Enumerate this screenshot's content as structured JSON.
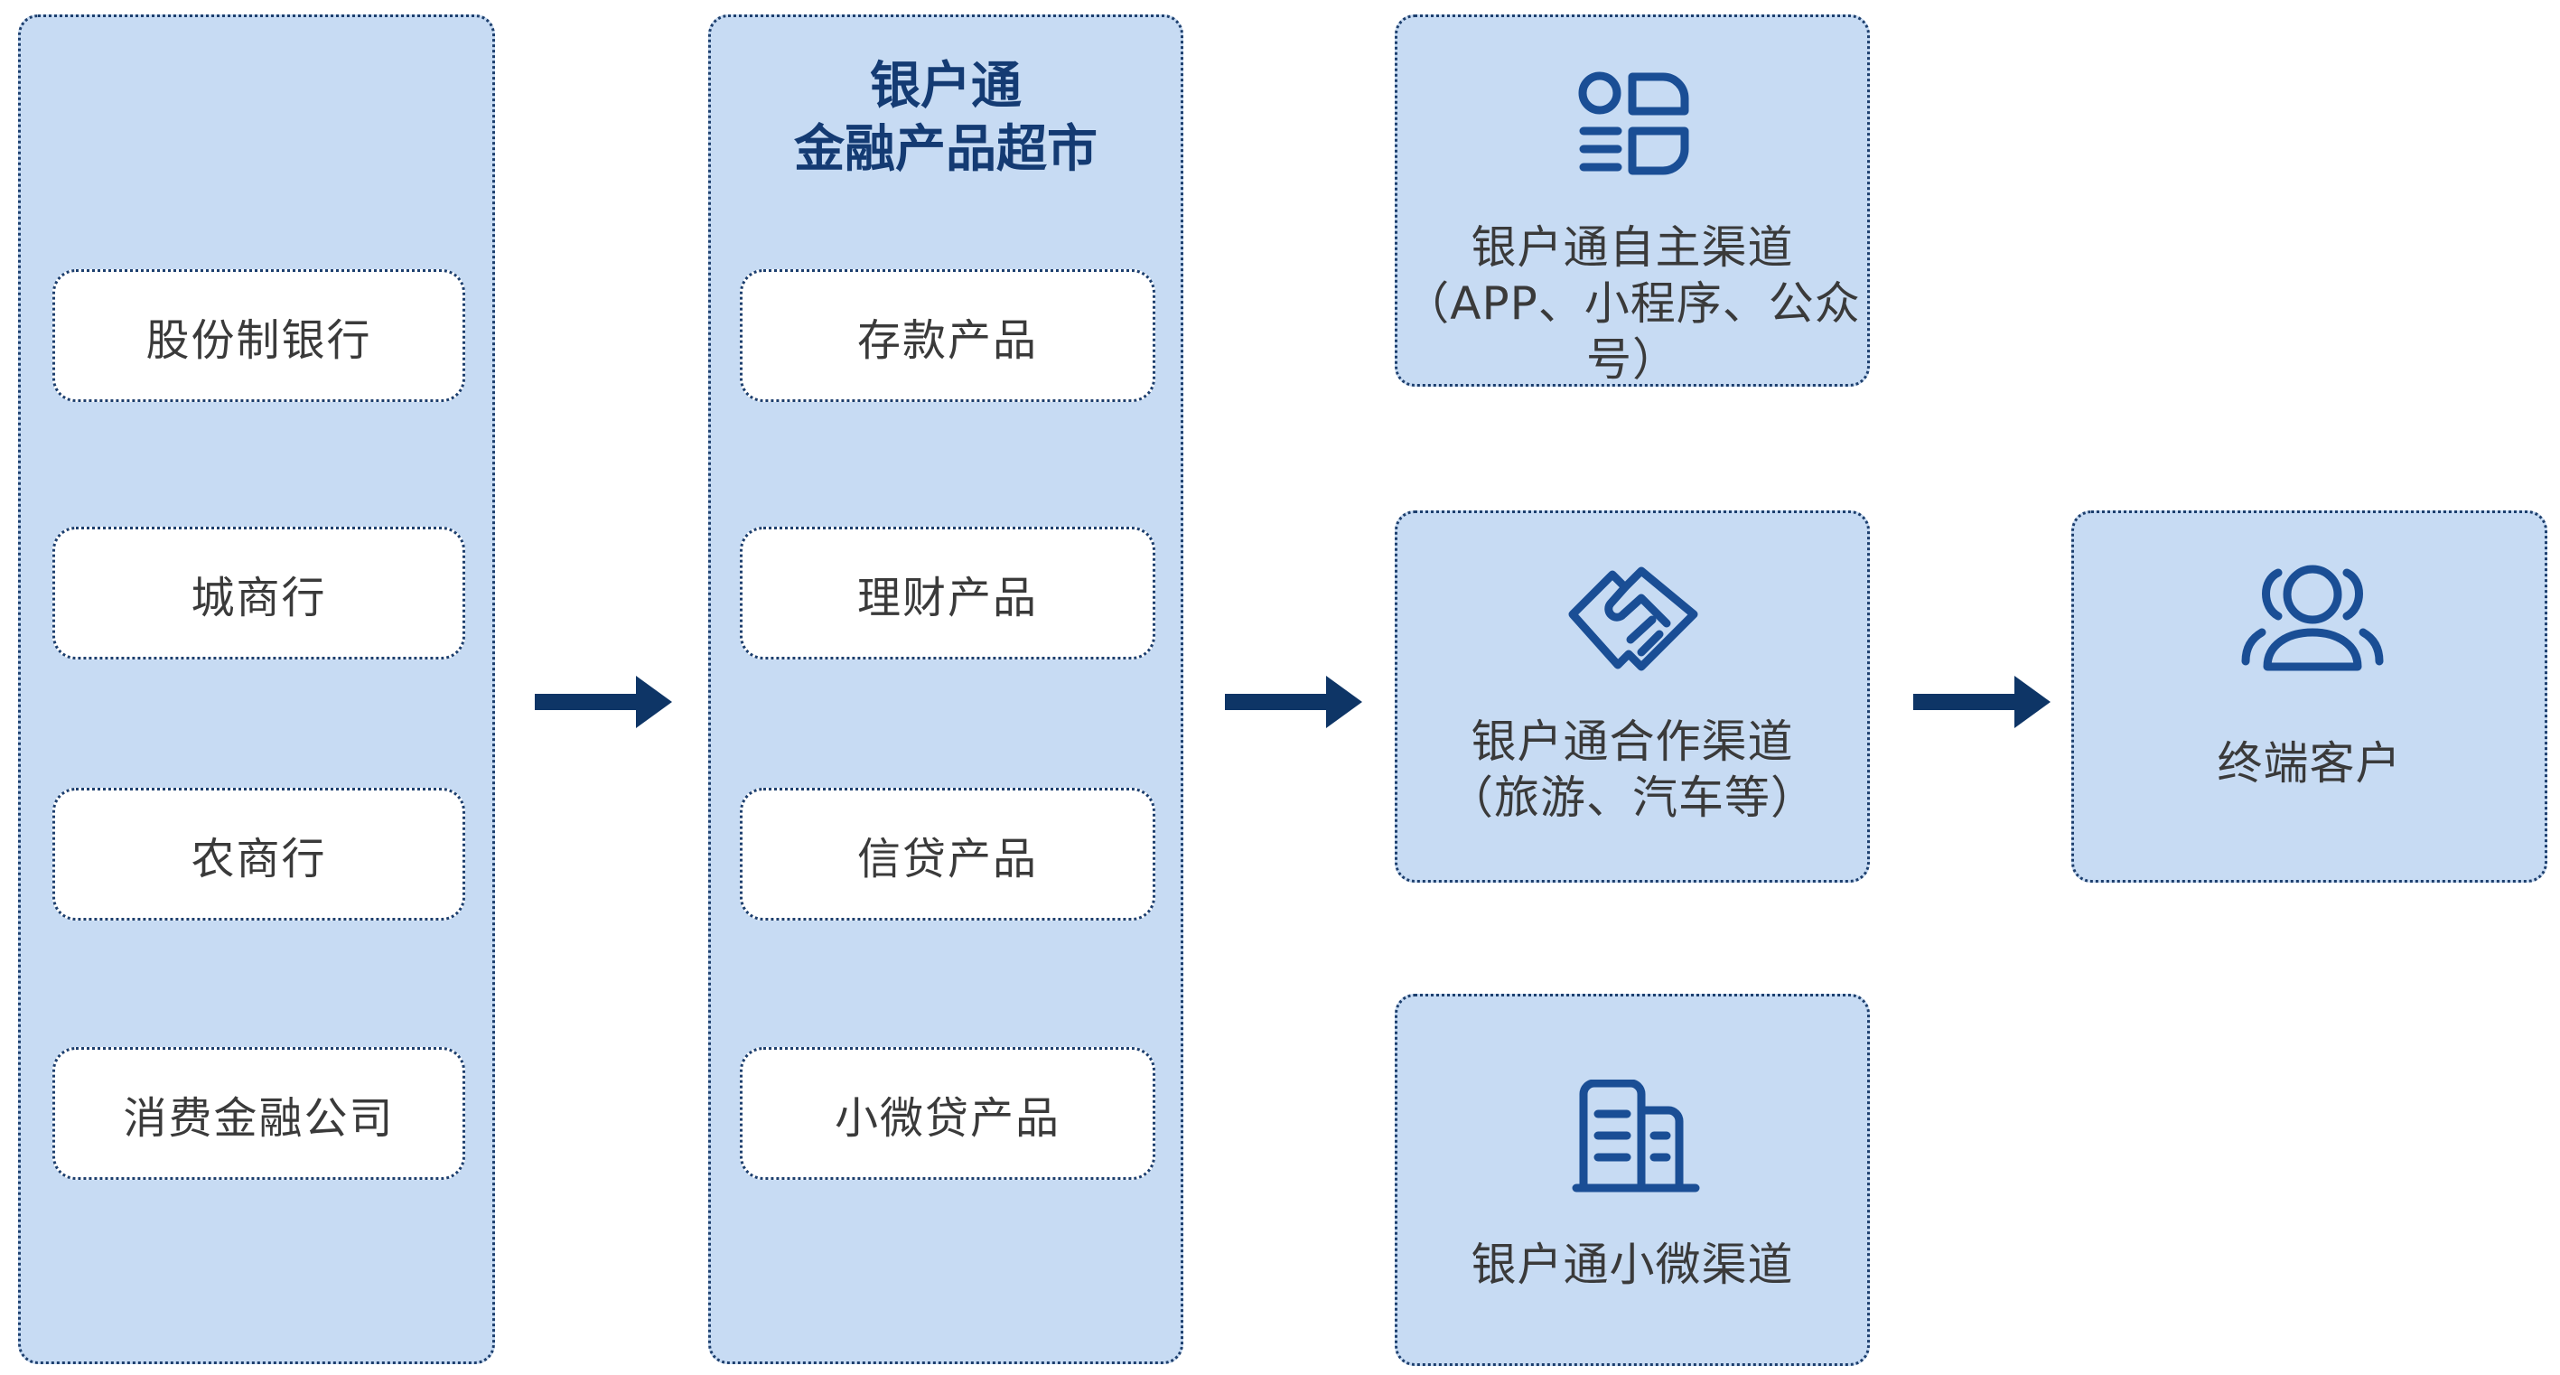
{
  "sources": {
    "items": [
      {
        "label": "股份制银行"
      },
      {
        "label": "城商行"
      },
      {
        "label": "农商行"
      },
      {
        "label": "消费金融公司"
      }
    ]
  },
  "market": {
    "title_line1": "银户通",
    "title_line2": "金融产品超市",
    "items": [
      {
        "label": "存款产品"
      },
      {
        "label": "理财产品"
      },
      {
        "label": "信贷产品"
      },
      {
        "label": "小微贷产品"
      }
    ]
  },
  "channels": [
    {
      "line1": "银户通自主渠道",
      "line2": "（APP、小程序、公众号）",
      "icon": "app-icon"
    },
    {
      "line1": "银户通合作渠道",
      "line2": "（旅游、汽车等）",
      "icon": "handshake-icon"
    },
    {
      "line1": "银户通小微渠道",
      "icon": "buildings-icon"
    }
  ],
  "customer": {
    "label": "终端客户",
    "icon": "users-icon"
  },
  "colors": {
    "panel_fill": "#c7dbf3",
    "border": "#1d3f6e",
    "title_blue": "#143b73",
    "icon_blue": "#1a4e95",
    "arrow": "#0e3566",
    "text": "#3a3a3a"
  }
}
